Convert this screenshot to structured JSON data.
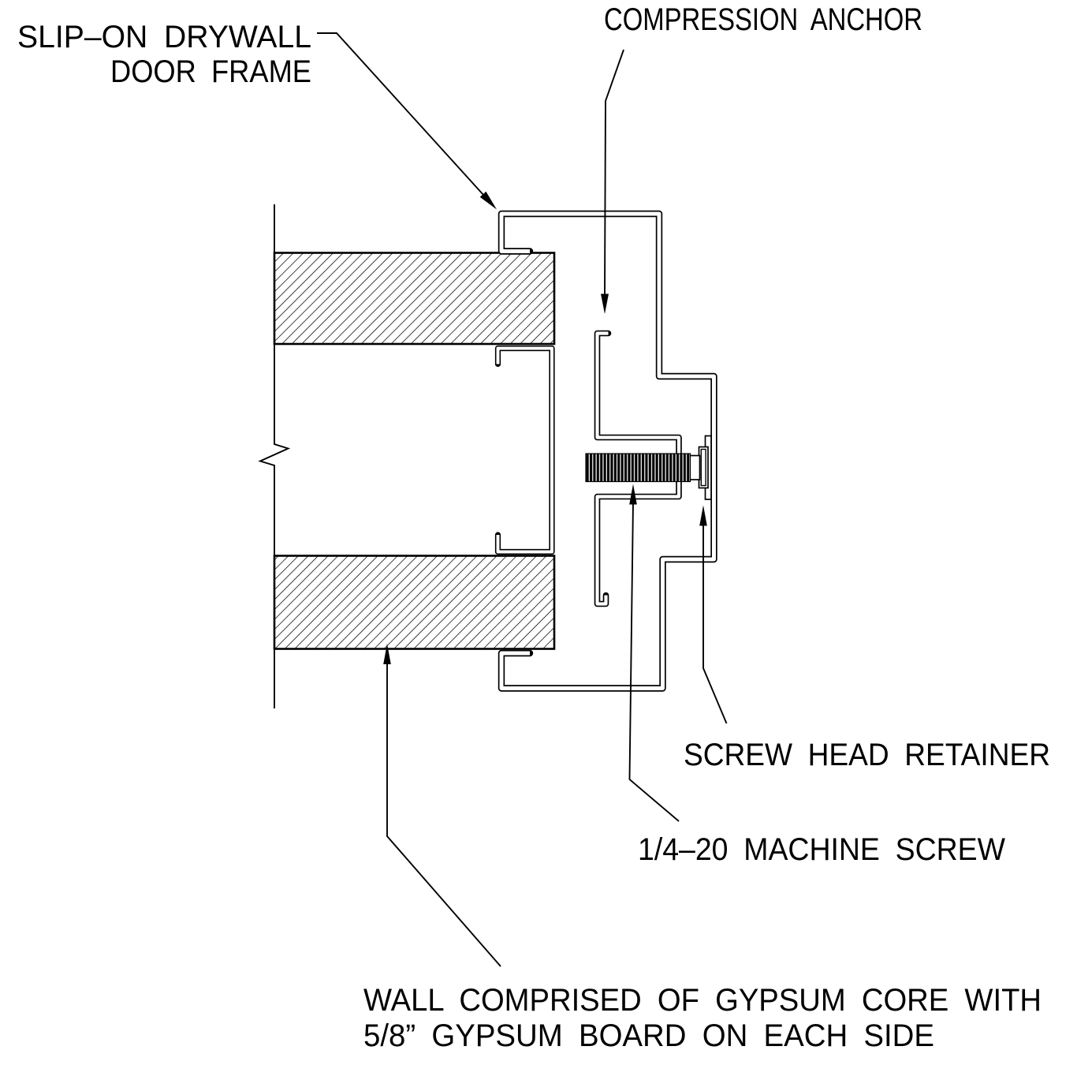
{
  "page": {
    "background": "#ffffff",
    "ink": "#000000",
    "type": "cad-section-detail"
  },
  "labels": {
    "door_frame_1": "SLIP–ON DRYWALL",
    "door_frame_2": "DOOR FRAME",
    "compression_anchor": "COMPRESSION ANCHOR",
    "screw_head_retainer": "SCREW HEAD RETAINER",
    "machine_screw": "1/4–20 MACHINE SCREW",
    "wall_note_1": "WALL COMPRISED OF GYPSUM CORE WITH",
    "wall_note_2": "5/8” GYPSUM BOARD ON EACH SIDE"
  }
}
